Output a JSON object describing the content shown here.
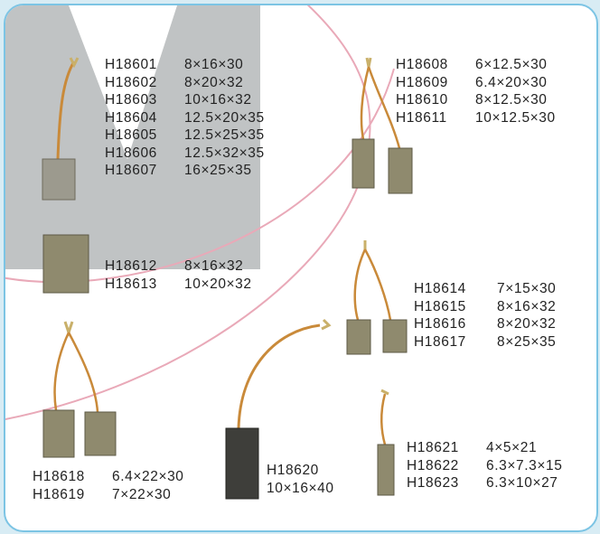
{
  "products": {
    "group_a": [
      {
        "code": "H18601",
        "size": "8×16×30"
      },
      {
        "code": "H18602",
        "size": "8×20×32"
      },
      {
        "code": "H18603",
        "size": "10×16×32"
      },
      {
        "code": "H18604",
        "size": "12.5×20×35"
      },
      {
        "code": "H18605",
        "size": "12.5×25×35"
      },
      {
        "code": "H18606",
        "size": "12.5×32×35"
      },
      {
        "code": "H18607",
        "size": "16×25×35"
      }
    ],
    "group_b": [
      {
        "code": "H18608",
        "size": "6×12.5×30"
      },
      {
        "code": "H18609",
        "size": "6.4×20×30"
      },
      {
        "code": "H18610",
        "size": "8×12.5×30"
      },
      {
        "code": "H18611",
        "size": "10×12.5×30"
      }
    ],
    "group_c": [
      {
        "code": "H18612",
        "size": "8×16×32"
      },
      {
        "code": "H18613",
        "size": "10×20×32"
      }
    ],
    "group_d": [
      {
        "code": "H18614",
        "size": "7×15×30"
      },
      {
        "code": "H18615",
        "size": "8×16×32"
      },
      {
        "code": "H18616",
        "size": "8×20×32"
      },
      {
        "code": "H18617",
        "size": "8×25×35"
      }
    ],
    "group_e": [
      {
        "code": "H18618",
        "size": "6.4×22×30"
      },
      {
        "code": "H18619",
        "size": "7×22×30"
      }
    ],
    "group_f": {
      "code": "H18620",
      "size": "10×16×40"
    },
    "group_g": [
      {
        "code": "H18621",
        "size": "4×5×21"
      },
      {
        "code": "H18622",
        "size": "6.3×7.3×15"
      },
      {
        "code": "H18623",
        "size": "6.3×10×27"
      }
    ]
  },
  "colors": {
    "frame_border": "#7cc4e4",
    "watermark": "#b9bcbe",
    "arc": "#e9a9b8",
    "carbon": "#8f8a6e",
    "copper_wire": "#c98a3a"
  },
  "icons": [
    "carbon-brush-icon",
    "terminal-lug-icon",
    "watermark-logo"
  ]
}
